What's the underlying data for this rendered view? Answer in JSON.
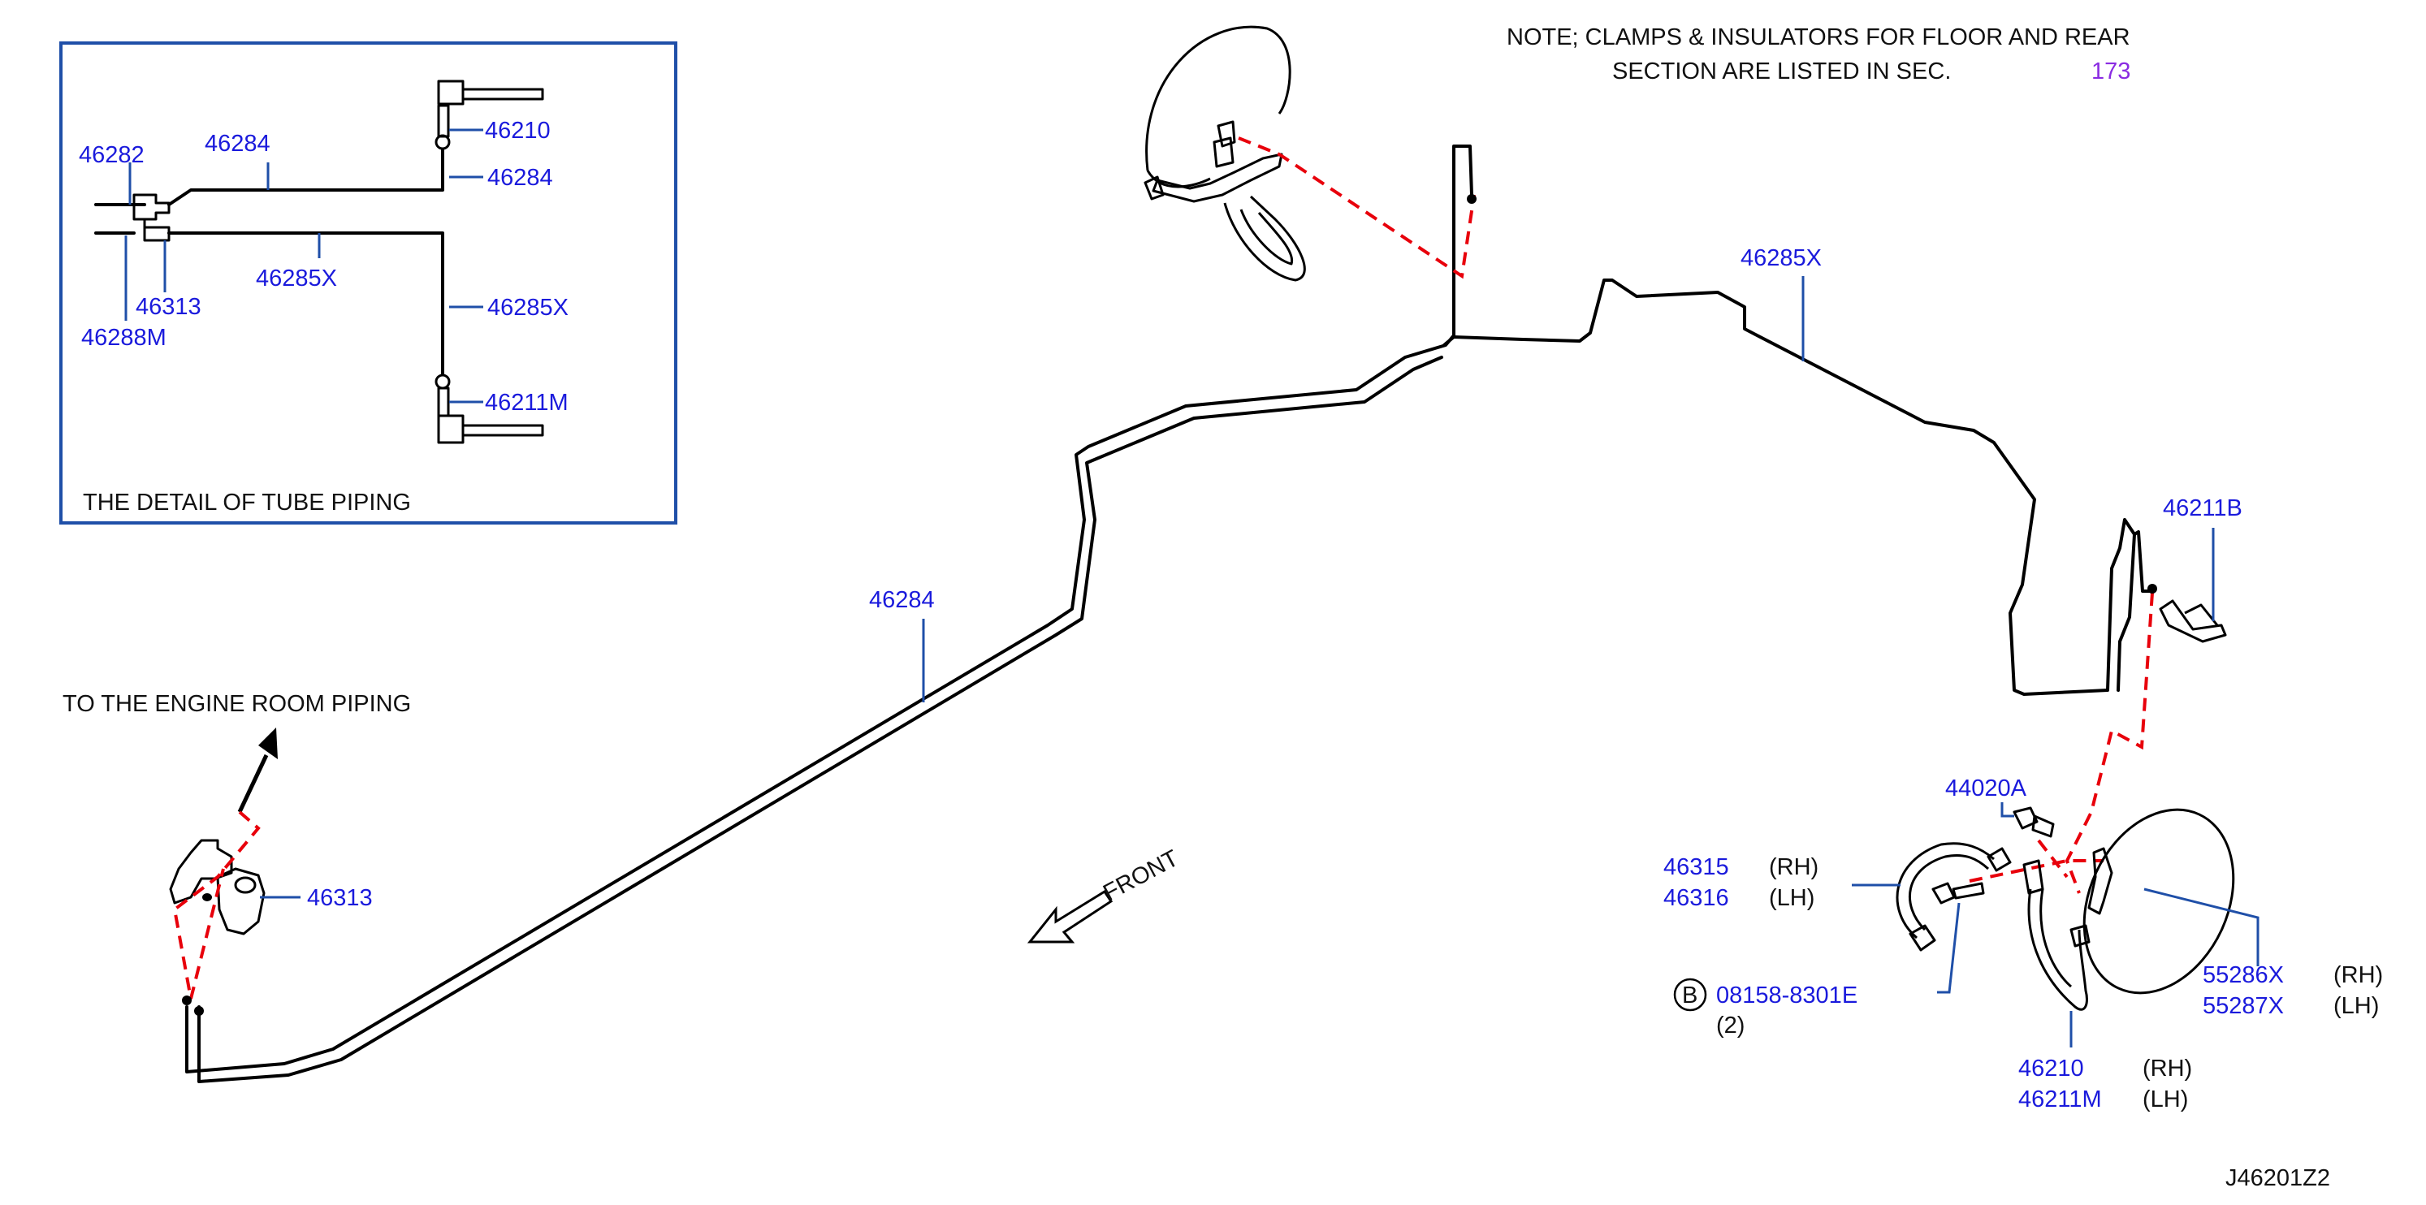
{
  "note": {
    "line1": "NOTE;  CLAMPS  &  INSULATORS  FOR  FLOOR  AND  REAR",
    "line2": "SECTION  ARE  LISTED  IN  SEC.",
    "section_ref": "173"
  },
  "detail": {
    "caption": "THE  DETAIL  OF  TUBE  PIPING",
    "labels": {
      "p46282": "46282",
      "p46284_top": "46284",
      "p46210": "46210",
      "p46284_right": "46284",
      "p46313": "46313",
      "p46285x_mid": "46285X",
      "p46288m": "46288M",
      "p46285x_right": "46285X",
      "p46211m": "46211M"
    }
  },
  "engine_room": "TO  THE  ENGINE  ROOM  PIPING",
  "front": "FRONT",
  "parts": {
    "p46313": "46313",
    "p46284": "46284",
    "p46285x": "46285X",
    "p46211b": "46211B",
    "p44020a": "44020A",
    "p46315": "46315",
    "p46316": "46316",
    "rh1": "(RH)",
    "lh1": "(LH)",
    "bolt_circle": "B",
    "p08158": "08158-8301E",
    "qty": "(2)",
    "p55286x": "55286X",
    "p55287x": "55287X",
    "rh2": "(RH)",
    "lh2": "(LH)",
    "p46210": "46210",
    "p46211m": "46211M",
    "rh3": "(RH)",
    "lh3": "(LH)"
  },
  "diagram_id": "J46201Z2"
}
